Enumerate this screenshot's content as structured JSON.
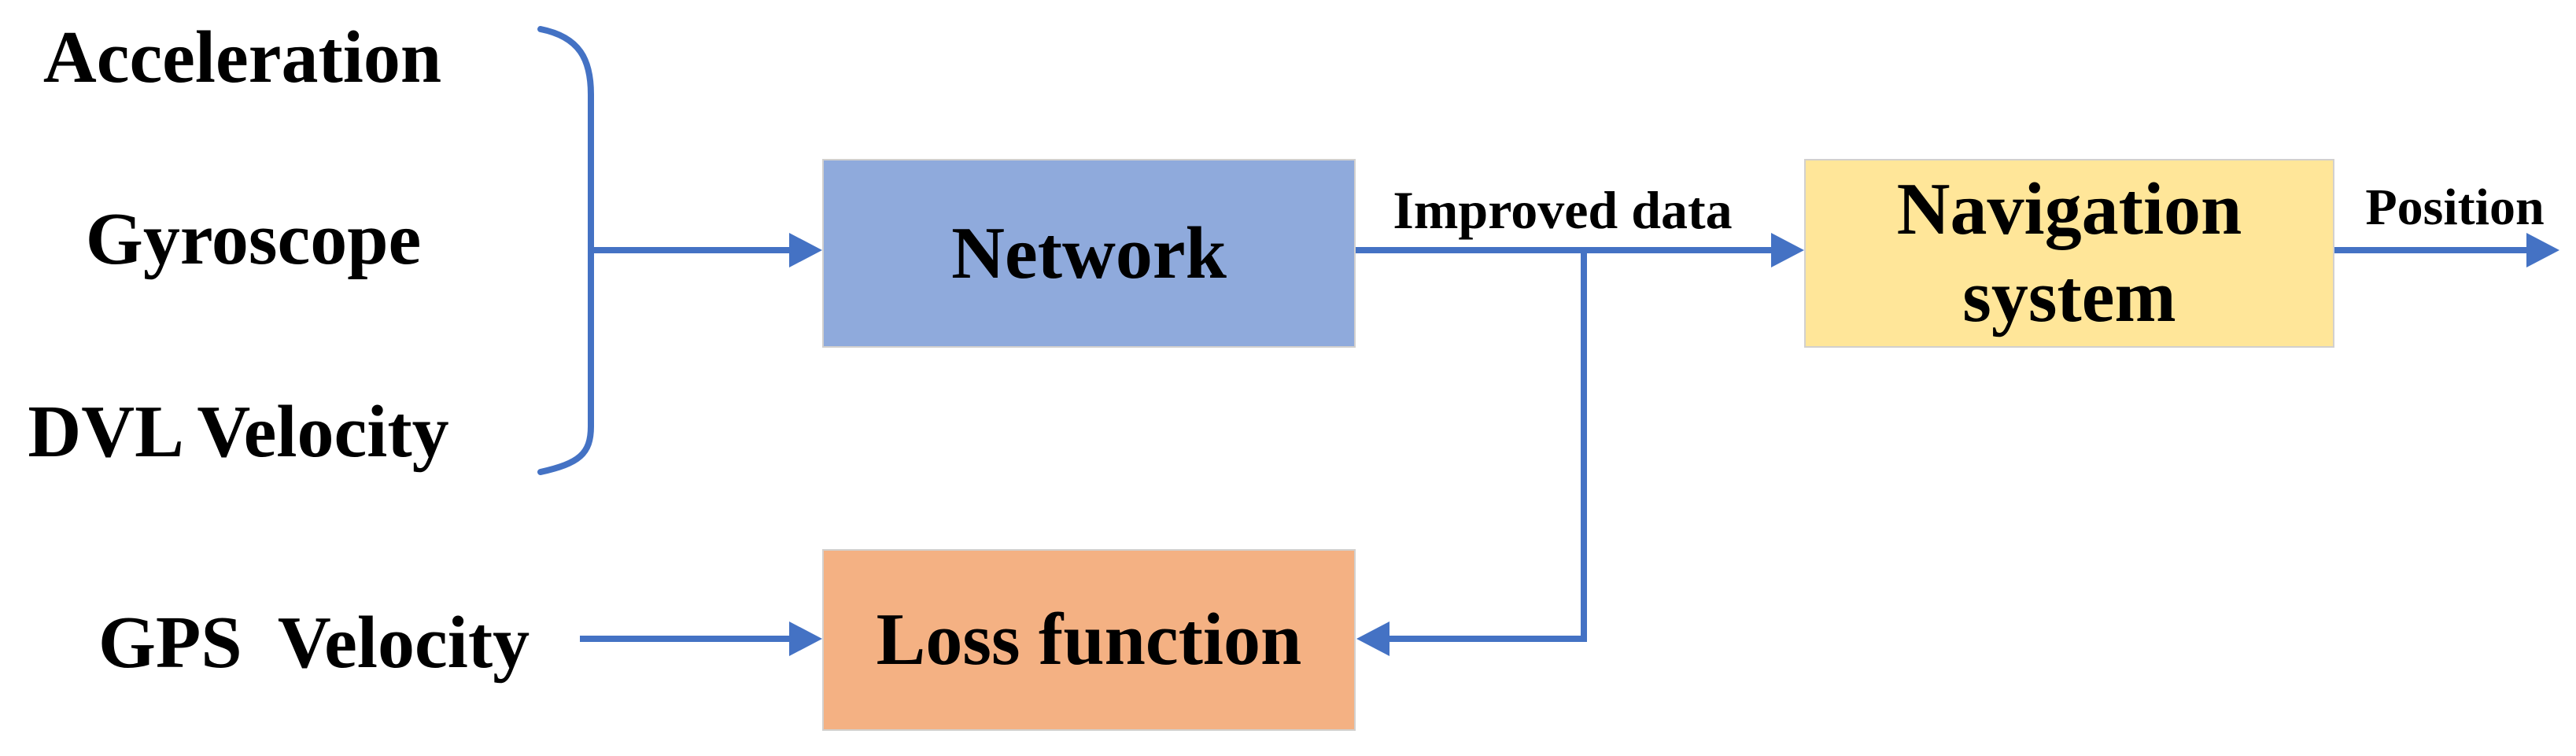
{
  "diagram": {
    "colors": {
      "connector": "#4472C4",
      "node_border": "#D2D0CE",
      "text": "#000000",
      "background": "#FFFFFF"
    },
    "inputs": [
      {
        "label": "Acceleration"
      },
      {
        "label": "Gyroscope"
      },
      {
        "label": "DVL Velocity"
      }
    ],
    "gps_input": {
      "label": "GPS  Velocity"
    },
    "nodes": {
      "network": {
        "label": "Network",
        "fill": "#8FAADC"
      },
      "navigation": {
        "label": "Navigation system",
        "fill": "#FFE699"
      },
      "loss": {
        "label": "Loss function",
        "fill": "#F4B183"
      }
    },
    "edge_labels": {
      "improved_data": "Improved data",
      "position": "Position"
    }
  }
}
